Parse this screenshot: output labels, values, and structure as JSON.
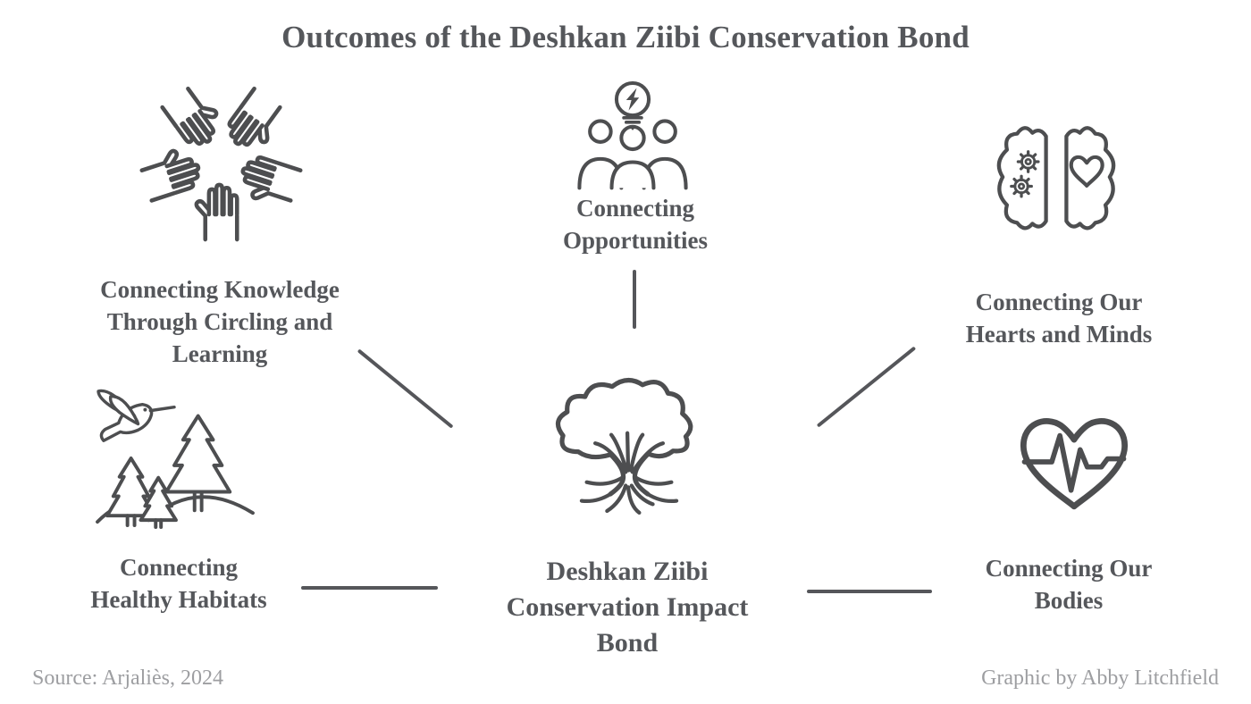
{
  "title": "Outcomes of the Deshkan Ziibi Conservation Bond",
  "footer": {
    "source": "Source: Arjaliès, 2024",
    "credit": "Graphic by Abby Litchfield"
  },
  "center": {
    "icon": "tree-with-roots",
    "label": "Deshkan Ziibi Conservation Impact Bond",
    "lines": [
      "Deshkan Ziibi",
      "Conservation Impact",
      "Bond"
    ]
  },
  "nodes": {
    "knowledge": {
      "icon": "hands-together",
      "label": "Connecting Knowledge Through Circling and Learning",
      "lines": [
        "Connecting Knowledge",
        "Through Circling and",
        "Learning"
      ]
    },
    "opportunities": {
      "icon": "people-lightbulb",
      "label": "Connecting Opportunities",
      "lines": [
        "Connecting",
        "Opportunities"
      ]
    },
    "hearts_minds": {
      "icon": "brain-gears-heart",
      "label": "Connecting Our Hearts and Minds",
      "lines": [
        "Connecting Our",
        "Hearts and Minds"
      ]
    },
    "habitats": {
      "icon": "hummingbird-forest",
      "label": "Connecting Healthy Habitats",
      "lines": [
        "Connecting",
        "Healthy Habitats"
      ]
    },
    "bodies": {
      "icon": "heart-pulse",
      "label": "Connecting Our Bodies",
      "lines": [
        "Connecting Our",
        "Bodies"
      ]
    }
  },
  "colors": {
    "ink": "#4d4e50",
    "text": "#55575b",
    "muted": "#9d9ea1",
    "connector": "#55565a",
    "background": "#ffffff"
  }
}
